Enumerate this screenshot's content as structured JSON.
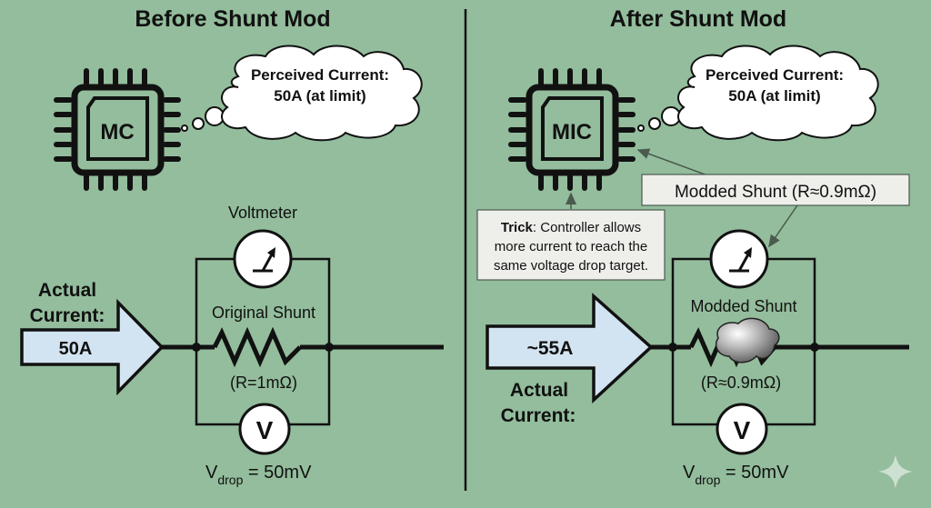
{
  "colors": {
    "background": "#93bd9c",
    "arrow_fill": "#d2e3f1",
    "label_box_fill": "#eeeeea",
    "ink": "#111111"
  },
  "left": {
    "title": "Before Shunt Mod",
    "chip_label": "MC",
    "thought_line1": "Perceived Current:",
    "thought_line2": "50A (at limit)",
    "voltmeter_label": "Voltmeter",
    "actual_current_line1": "Actual",
    "actual_current_line2": "Current:",
    "current_value": "50A",
    "shunt_label": "Original Shunt",
    "resistance": "(R=1mΩ)",
    "meter_letter": "V",
    "vdrop_main": "V",
    "vdrop_sub": "drop",
    "vdrop_value": " = 50mV"
  },
  "right": {
    "title": "After Shunt Mod",
    "chip_label": "MIC",
    "thought_line1": "Perceived Current:",
    "thought_line2": "50A (at limit)",
    "callout_label": "Modded Shunt (R≈0.9mΩ)",
    "trick_bold": "Trick",
    "trick_line1_rest": ": Controller allows",
    "trick_line2": "more current to reach the",
    "trick_line3": "same voltage drop target.",
    "current_value": "~55A",
    "actual_current_line1": "Actual",
    "actual_current_line2": "Current:",
    "shunt_label": "Modded Shunt",
    "resistance": "(R≈0.9mΩ)",
    "meter_letter": "V",
    "vdrop_main": "V",
    "vdrop_sub": "drop",
    "vdrop_value": " = 50mV"
  },
  "watermark_icon": "sparkle-icon"
}
